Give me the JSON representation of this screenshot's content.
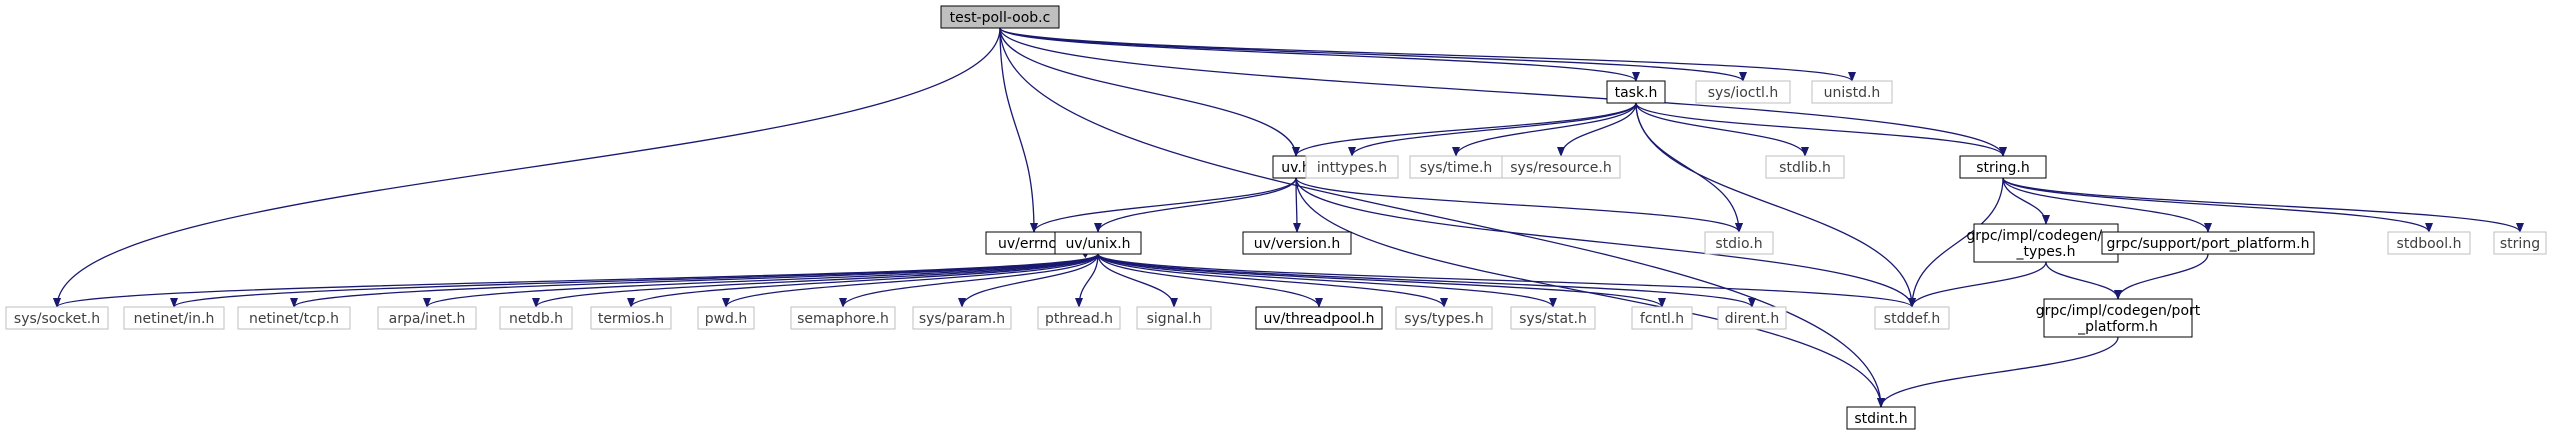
{
  "colors": {
    "edge": "#191970",
    "border_documented": "#000000",
    "border_external": "#bfbfbf",
    "text_documented": "#000000",
    "text_external": "#404040",
    "root_fill": "#bfbfbf",
    "node_fill": "#ffffff",
    "background": "#ffffff"
  },
  "nodes": [
    {
      "id": "root",
      "kind": "root",
      "lines": [
        "test-poll-oob.c"
      ]
    },
    {
      "id": "task_h",
      "kind": "documented",
      "lines": [
        "task.h"
      ]
    },
    {
      "id": "sys_ioctl_h",
      "kind": "external",
      "lines": [
        "sys/ioctl.h"
      ]
    },
    {
      "id": "unistd_h",
      "kind": "external",
      "lines": [
        "unistd.h"
      ]
    },
    {
      "id": "uv_h",
      "kind": "documented",
      "lines": [
        "uv.h"
      ]
    },
    {
      "id": "inttypes_h",
      "kind": "external",
      "lines": [
        "inttypes.h"
      ]
    },
    {
      "id": "sys_time_h",
      "kind": "external",
      "lines": [
        "sys/time.h"
      ]
    },
    {
      "id": "sys_resource_h",
      "kind": "external",
      "lines": [
        "sys/resource.h"
      ]
    },
    {
      "id": "stdlib_h",
      "kind": "external",
      "lines": [
        "stdlib.h"
      ]
    },
    {
      "id": "string_h",
      "kind": "documented",
      "lines": [
        "string.h"
      ]
    },
    {
      "id": "uv_errno_h",
      "kind": "documented",
      "lines": [
        "uv/errno.h"
      ]
    },
    {
      "id": "uv_unix_h",
      "kind": "documented",
      "lines": [
        "uv/unix.h"
      ]
    },
    {
      "id": "uv_version_h",
      "kind": "documented",
      "lines": [
        "uv/version.h"
      ]
    },
    {
      "id": "stdio_h",
      "kind": "external",
      "lines": [
        "stdio.h"
      ]
    },
    {
      "id": "grpc_types_h",
      "kind": "documented",
      "lines": [
        "grpc/impl/codegen/gpr",
        "_types.h"
      ]
    },
    {
      "id": "grpc_support_port_h",
      "kind": "documented",
      "lines": [
        "grpc/support/port_platform.h"
      ]
    },
    {
      "id": "stdbool_h",
      "kind": "external",
      "lines": [
        "stdbool.h"
      ]
    },
    {
      "id": "string",
      "kind": "external",
      "lines": [
        "string"
      ]
    },
    {
      "id": "sys_socket_h",
      "kind": "external",
      "lines": [
        "sys/socket.h"
      ]
    },
    {
      "id": "netinet_in_h",
      "kind": "external",
      "lines": [
        "netinet/in.h"
      ]
    },
    {
      "id": "netinet_tcp_h",
      "kind": "external",
      "lines": [
        "netinet/tcp.h"
      ]
    },
    {
      "id": "arpa_inet_h",
      "kind": "external",
      "lines": [
        "arpa/inet.h"
      ]
    },
    {
      "id": "netdb_h",
      "kind": "external",
      "lines": [
        "netdb.h"
      ]
    },
    {
      "id": "termios_h",
      "kind": "external",
      "lines": [
        "termios.h"
      ]
    },
    {
      "id": "pwd_h",
      "kind": "external",
      "lines": [
        "pwd.h"
      ]
    },
    {
      "id": "semaphore_h",
      "kind": "external",
      "lines": [
        "semaphore.h"
      ]
    },
    {
      "id": "sys_param_h",
      "kind": "external",
      "lines": [
        "sys/param.h"
      ]
    },
    {
      "id": "pthread_h",
      "kind": "external",
      "lines": [
        "pthread.h"
      ]
    },
    {
      "id": "signal_h",
      "kind": "external",
      "lines": [
        "signal.h"
      ]
    },
    {
      "id": "uv_threadpool_h",
      "kind": "documented",
      "lines": [
        "uv/threadpool.h"
      ]
    },
    {
      "id": "sys_types_h",
      "kind": "external",
      "lines": [
        "sys/types.h"
      ]
    },
    {
      "id": "sys_stat_h",
      "kind": "external",
      "lines": [
        "sys/stat.h"
      ]
    },
    {
      "id": "fcntl_h",
      "kind": "external",
      "lines": [
        "fcntl.h"
      ]
    },
    {
      "id": "dirent_h",
      "kind": "external",
      "lines": [
        "dirent.h"
      ]
    },
    {
      "id": "stddef_h",
      "kind": "external",
      "lines": [
        "stddef.h"
      ]
    },
    {
      "id": "grpc_port_h",
      "kind": "documented",
      "lines": [
        "grpc/impl/codegen/port",
        "_platform.h"
      ]
    },
    {
      "id": "stdint_h",
      "kind": "documented",
      "lines": [
        "stdint.h"
      ]
    }
  ],
  "edges": [
    {
      "from": "root",
      "to": "task_h"
    },
    {
      "from": "root",
      "to": "sys_ioctl_h"
    },
    {
      "from": "root",
      "to": "unistd_h"
    },
    {
      "from": "root",
      "to": "uv_h"
    },
    {
      "from": "root",
      "to": "uv_errno_h"
    },
    {
      "from": "root",
      "to": "sys_socket_h"
    },
    {
      "from": "root",
      "to": "string_h"
    },
    {
      "from": "root",
      "to": "stdint_h"
    },
    {
      "from": "task_h",
      "to": "uv_h"
    },
    {
      "from": "task_h",
      "to": "inttypes_h"
    },
    {
      "from": "task_h",
      "to": "sys_time_h"
    },
    {
      "from": "task_h",
      "to": "sys_resource_h"
    },
    {
      "from": "task_h",
      "to": "stdlib_h"
    },
    {
      "from": "task_h",
      "to": "string_h"
    },
    {
      "from": "task_h",
      "to": "stdio_h"
    },
    {
      "from": "task_h",
      "to": "stddef_h"
    },
    {
      "from": "uv_h",
      "to": "uv_errno_h"
    },
    {
      "from": "uv_h",
      "to": "uv_unix_h"
    },
    {
      "from": "uv_h",
      "to": "uv_version_h"
    },
    {
      "from": "uv_h",
      "to": "stdio_h"
    },
    {
      "from": "uv_h",
      "to": "stddef_h"
    },
    {
      "from": "uv_h",
      "to": "stdint_h"
    },
    {
      "from": "uv_errno_h",
      "to": "uv_errno_h"
    },
    {
      "from": "uv_unix_h",
      "to": "sys_socket_h"
    },
    {
      "from": "uv_unix_h",
      "to": "netinet_in_h"
    },
    {
      "from": "uv_unix_h",
      "to": "netinet_tcp_h"
    },
    {
      "from": "uv_unix_h",
      "to": "arpa_inet_h"
    },
    {
      "from": "uv_unix_h",
      "to": "netdb_h"
    },
    {
      "from": "uv_unix_h",
      "to": "termios_h"
    },
    {
      "from": "uv_unix_h",
      "to": "pwd_h"
    },
    {
      "from": "uv_unix_h",
      "to": "semaphore_h"
    },
    {
      "from": "uv_unix_h",
      "to": "sys_param_h"
    },
    {
      "from": "uv_unix_h",
      "to": "pthread_h"
    },
    {
      "from": "uv_unix_h",
      "to": "signal_h"
    },
    {
      "from": "uv_unix_h",
      "to": "uv_threadpool_h"
    },
    {
      "from": "uv_unix_h",
      "to": "sys_types_h"
    },
    {
      "from": "uv_unix_h",
      "to": "sys_stat_h"
    },
    {
      "from": "uv_unix_h",
      "to": "fcntl_h"
    },
    {
      "from": "uv_unix_h",
      "to": "dirent_h"
    },
    {
      "from": "uv_unix_h",
      "to": "stddef_h"
    },
    {
      "from": "string_h",
      "to": "grpc_types_h"
    },
    {
      "from": "string_h",
      "to": "grpc_support_port_h"
    },
    {
      "from": "string_h",
      "to": "stdbool_h"
    },
    {
      "from": "string_h",
      "to": "string"
    },
    {
      "from": "string_h",
      "to": "stddef_h"
    },
    {
      "from": "grpc_types_h",
      "to": "stddef_h"
    },
    {
      "from": "grpc_types_h",
      "to": "grpc_port_h"
    },
    {
      "from": "grpc_support_port_h",
      "to": "grpc_port_h"
    },
    {
      "from": "grpc_port_h",
      "to": "stdint_h"
    }
  ]
}
